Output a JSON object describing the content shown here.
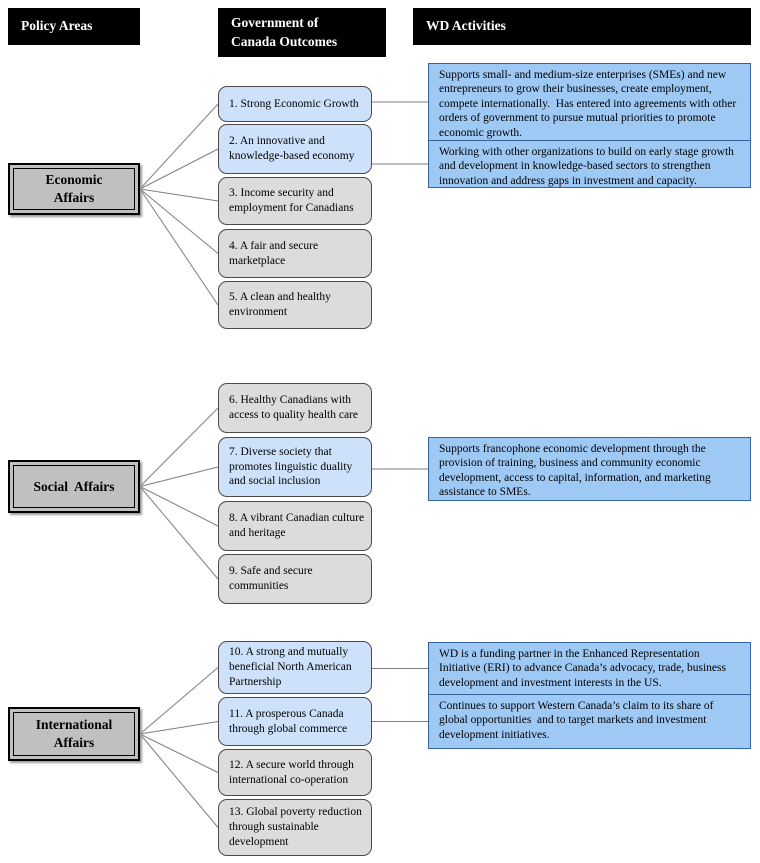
{
  "headers": {
    "policy_areas": "Policy Areas",
    "outcomes": "Government of\nCanada Outcomes",
    "activities": "WD Activities"
  },
  "policy_areas": [
    {
      "id": "economic",
      "label": "Economic\nAffairs"
    },
    {
      "id": "social",
      "label": "Social  Affairs"
    },
    {
      "id": "international",
      "label": "International\nAffairs"
    }
  ],
  "outcomes": [
    {
      "num": 1,
      "label": "1. Strong Economic Growth",
      "highlighted": true
    },
    {
      "num": 2,
      "label": "2. An innovative and knowledge-based economy",
      "highlighted": true
    },
    {
      "num": 3,
      "label": "3. Income security and employment for Canadians",
      "highlighted": false
    },
    {
      "num": 4,
      "label": "4. A fair and secure marketplace",
      "highlighted": false
    },
    {
      "num": 5,
      "label": "5. A clean and healthy environment",
      "highlighted": false
    },
    {
      "num": 6,
      "label": "6. Healthy Canadians with access to quality health care",
      "highlighted": false
    },
    {
      "num": 7,
      "label": "7. Diverse society that promotes linguistic duality and social inclusion",
      "highlighted": true
    },
    {
      "num": 8,
      "label": "8. A vibrant Canadian culture and heritage",
      "highlighted": false
    },
    {
      "num": 9,
      "label": "9. Safe and secure communities",
      "highlighted": false
    },
    {
      "num": 10,
      "label": "10. A strong and mutually beneficial North American Partnership",
      "highlighted": true
    },
    {
      "num": 11,
      "label": "11. A prosperous Canada through global commerce",
      "highlighted": true
    },
    {
      "num": 12,
      "label": "12. A secure world through international co-operation",
      "highlighted": false
    },
    {
      "num": 13,
      "label": "13. Global poverty reduction through sustainable development",
      "highlighted": false
    }
  ],
  "activities": [
    {
      "text": "Supports small- and medium-size enterprises (SMEs) and new entrepreneurs to grow their businesses, create employment, compete internationally.  Has entered into agreements with other orders of government to pursue mutual priorities to promote economic growth."
    },
    {
      "text": "Working with other organizations to build on early stage growth and development in knowledge-based sectors to strengthen innovation and address gaps in investment and capacity."
    },
    {
      "text": "Supports francophone economic development through the provision of training, business and community economic development, access to capital, information, and marketing assistance to SMEs."
    },
    {
      "text": "WD is a funding partner in the Enhanced Representation Initiative (ERI) to advance Canada’s advocacy, trade, business development and investment interests in the US."
    },
    {
      "text": "Continues to support Western Canada’s claim to its share of global opportunities  and to target markets and investment development initiatives."
    }
  ],
  "connections": [
    {
      "from": "policy-box-economic",
      "to": "outcome-box-1"
    },
    {
      "from": "policy-box-economic",
      "to": "outcome-box-2"
    },
    {
      "from": "policy-box-economic",
      "to": "outcome-box-3"
    },
    {
      "from": "policy-box-economic",
      "to": "outcome-box-4"
    },
    {
      "from": "policy-box-economic",
      "to": "outcome-box-5"
    },
    {
      "from": "policy-box-social",
      "to": "outcome-box-6"
    },
    {
      "from": "policy-box-social",
      "to": "outcome-box-7"
    },
    {
      "from": "policy-box-social",
      "to": "outcome-box-8"
    },
    {
      "from": "policy-box-social",
      "to": "outcome-box-9"
    },
    {
      "from": "policy-box-international",
      "to": "outcome-box-10"
    },
    {
      "from": "policy-box-international",
      "to": "outcome-box-11"
    },
    {
      "from": "policy-box-international",
      "to": "outcome-box-12"
    },
    {
      "from": "policy-box-international",
      "to": "outcome-box-13"
    },
    {
      "from": "outcome-box-1",
      "to": "activity-box-1",
      "horizontal": true
    },
    {
      "from": "outcome-box-2",
      "to": "activity-box-2",
      "horizontal": true
    },
    {
      "from": "outcome-box-7",
      "to": "activity-box-3",
      "horizontal": true
    },
    {
      "from": "outcome-box-10",
      "to": "activity-box-4",
      "horizontal": true
    },
    {
      "from": "outcome-box-11",
      "to": "activity-box-5",
      "horizontal": true
    }
  ],
  "colors": {
    "header_bg": "#000000",
    "header_text": "#ffffff",
    "policy_fill": "#c0c0c0",
    "outcome_highlight_fill": "#cde2fa",
    "outcome_plain_fill": "#dcdcdc",
    "activity_fill": "#9fc9f5",
    "connector": "#7f7f7f"
  }
}
